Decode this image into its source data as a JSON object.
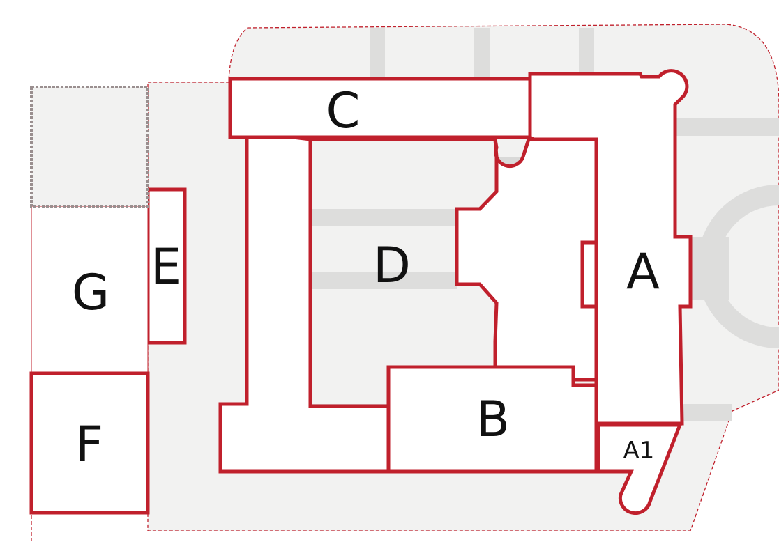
{
  "buildings": {
    "A": "A",
    "A1": "A1",
    "B": "B",
    "C": "C",
    "D": "D",
    "E": "E",
    "F": "F",
    "G": "G"
  },
  "colors": {
    "building_outline": "#c0202c",
    "site_ground": "#f2f2f1",
    "paths": "#dddddc",
    "courtyard": "#c9c4bd",
    "hall": "#d9d9d8",
    "site_boundary_dash": "#c0202c",
    "planned_outline": "#9a8f8f"
  }
}
